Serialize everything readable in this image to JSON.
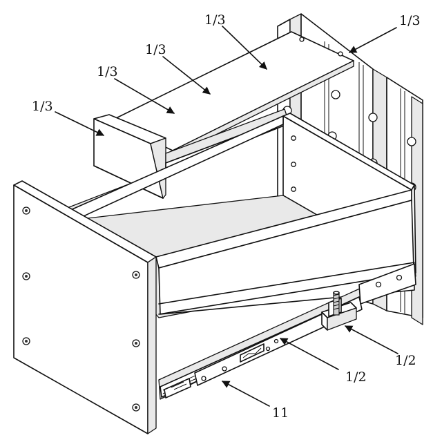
{
  "callouts": [
    {
      "id": "top-panel-right",
      "text": "1/3"
    },
    {
      "id": "top-panel-top",
      "text": "1/3"
    },
    {
      "id": "top-panel-mid",
      "text": "1/3"
    },
    {
      "id": "top-panel-left",
      "text": "1/3"
    },
    {
      "id": "front-end-block",
      "text": "1/3"
    },
    {
      "id": "slide-stop-block",
      "text": "1/2"
    },
    {
      "id": "slide-inner-member",
      "text": "1/2"
    },
    {
      "id": "slide-outer-rail",
      "text": "11"
    }
  ]
}
